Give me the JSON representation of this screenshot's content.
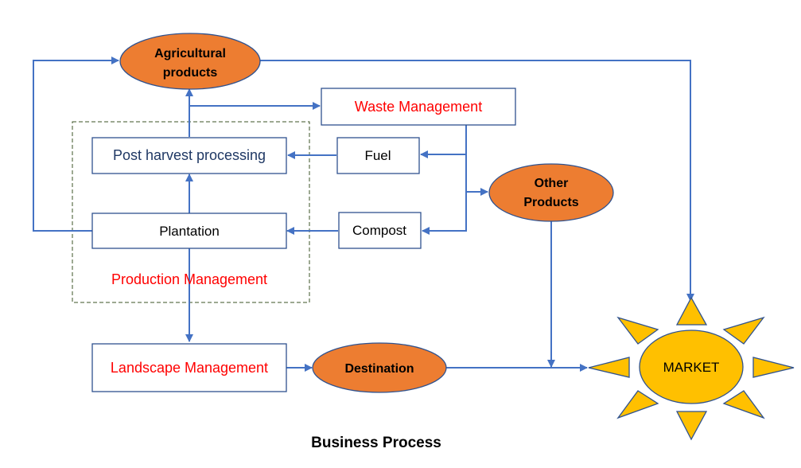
{
  "diagram": {
    "title": "Business Process",
    "colors": {
      "connector": "#4472C4",
      "box_border": "#2F528F",
      "ellipse_fill": "#ED7D31",
      "market_fill": "#FFC000",
      "red_text": "#FF0000",
      "blue_text": "#1F3864",
      "group_border": "#3B5326"
    },
    "nodes": {
      "agricultural_products": {
        "line1": "Agricultural",
        "line2": "products",
        "shape": "ellipse"
      },
      "waste_management": {
        "label": "Waste Management",
        "shape": "box"
      },
      "post_harvest_processing": {
        "label": "Post harvest processing",
        "shape": "box"
      },
      "fuel": {
        "label": "Fuel",
        "shape": "box"
      },
      "other_products": {
        "line1": "Other",
        "line2": "Products",
        "shape": "ellipse"
      },
      "plantation": {
        "label": "Plantation",
        "shape": "box"
      },
      "compost": {
        "label": "Compost",
        "shape": "box"
      },
      "production_management": {
        "label": "Production Management",
        "shape": "dashed-group"
      },
      "landscape_management": {
        "label": "Landscape Management",
        "shape": "box"
      },
      "destination": {
        "label": "Destination",
        "shape": "ellipse"
      },
      "market": {
        "label": "MARKET",
        "shape": "sun"
      }
    },
    "edges": [
      {
        "from": "Plantation",
        "to": "Agricultural products"
      },
      {
        "from": "Plantation",
        "to": "Post harvest processing"
      },
      {
        "from": "Post harvest processing",
        "to": "Agricultural products"
      },
      {
        "from": "Post harvest processing",
        "to": "Waste Management"
      },
      {
        "from": "Waste Management",
        "to": "Fuel"
      },
      {
        "from": "Waste Management",
        "to": "Compost"
      },
      {
        "from": "Waste Management",
        "to": "Other Products"
      },
      {
        "from": "Fuel",
        "to": "Post harvest processing"
      },
      {
        "from": "Compost",
        "to": "Plantation"
      },
      {
        "from": "Plantation",
        "to": "Landscape Management"
      },
      {
        "from": "Landscape Management",
        "to": "Destination"
      },
      {
        "from": "Destination",
        "to": "MARKET"
      },
      {
        "from": "Other Products",
        "to": "MARKET"
      },
      {
        "from": "Agricultural products",
        "to": "MARKET"
      }
    ]
  }
}
